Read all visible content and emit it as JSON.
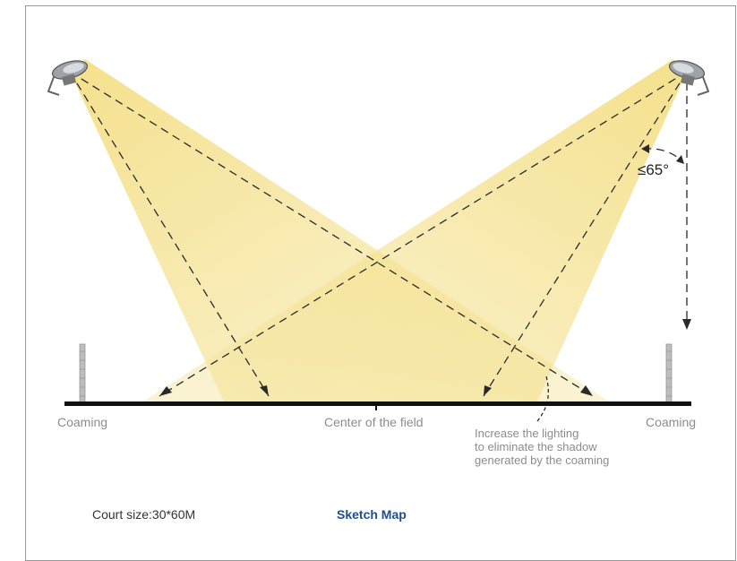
{
  "labels": {
    "coaming_left": "Coaming",
    "center": "Center of the field",
    "coaming_right": "Coaming",
    "note_lines": [
      "Increase the lighting",
      "to eliminate the shadow",
      "generated by the coaming"
    ],
    "angle": "≤65°"
  },
  "footer": {
    "court_size": "Court size:30*60M",
    "title": "Sketch Map"
  },
  "colors": {
    "beam": "#f3dc7c",
    "ground": "#111111",
    "dash": "#2a2a2a",
    "title": "#1f4e8c"
  },
  "icons": [
    "floodlight-icon",
    "floodlight-icon"
  ]
}
